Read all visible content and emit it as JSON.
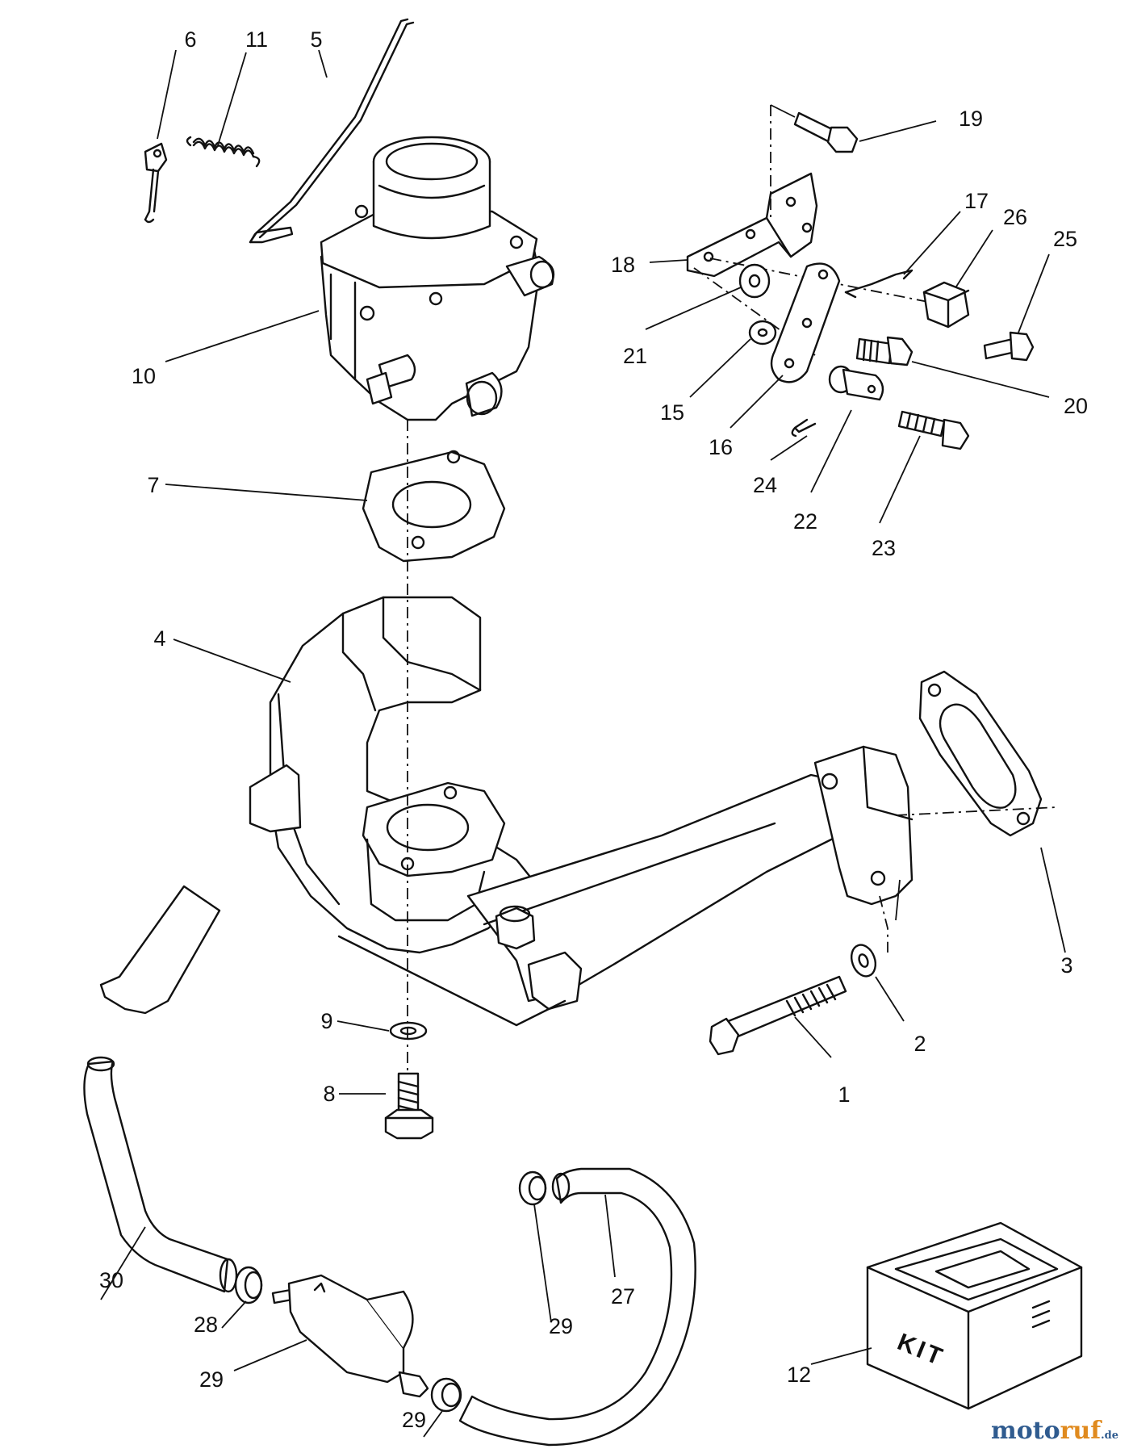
{
  "callouts": [
    "1",
    "2",
    "3",
    "4",
    "5",
    "6",
    "7",
    "8",
    "9",
    "10",
    "11",
    "12",
    "15",
    "16",
    "17",
    "18",
    "19",
    "20",
    "21",
    "22",
    "23",
    "24",
    "25",
    "26",
    "27",
    "28",
    "29",
    "29",
    "29",
    "30"
  ],
  "kit_text": "KIT",
  "watermark": {
    "part1": "moto",
    "part2": "ruf",
    "suffix": ".de"
  },
  "colors": {
    "line": "#111111",
    "watermark_blue": "#2f5b8f",
    "watermark_orange": "#e08a1e"
  }
}
